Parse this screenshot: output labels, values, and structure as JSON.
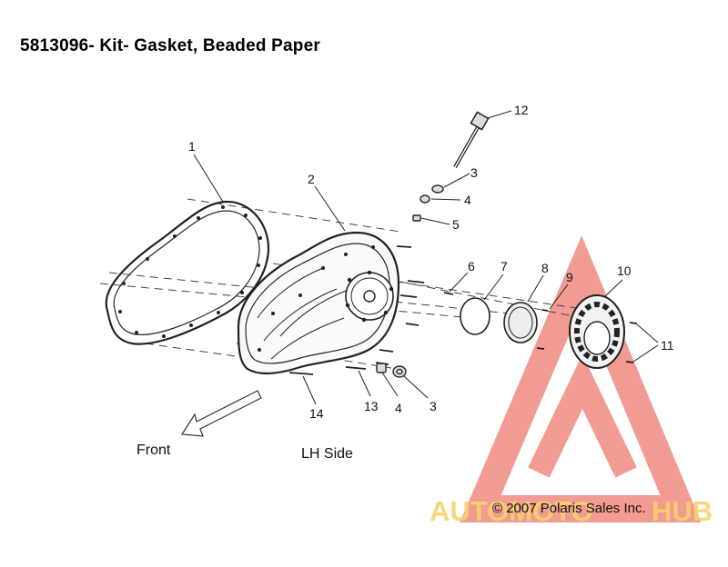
{
  "title": "5813096- Kit- Gasket, Beaded Paper",
  "captions": {
    "front": "Front",
    "side": "LH Side"
  },
  "copyright": "© 2007 Polaris Sales Inc.",
  "watermark": {
    "text_left": "AUTOMOTO",
    "text_right": "HUB",
    "color_red": "#f08a80",
    "color_yellow": "#f5d36e"
  },
  "callouts": [
    "1",
    "2",
    "3",
    "4",
    "5",
    "6",
    "7",
    "8",
    "9",
    "10",
    "11",
    "12",
    "3",
    "4",
    "13",
    "14"
  ]
}
